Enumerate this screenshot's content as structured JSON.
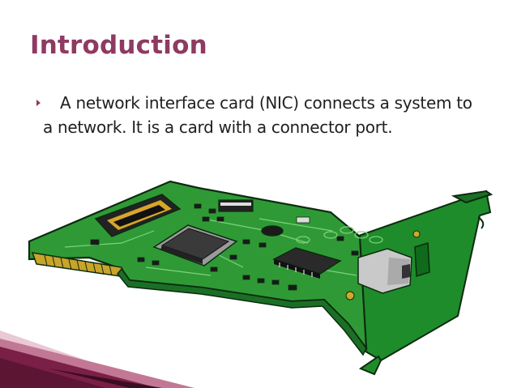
{
  "slide": {
    "title": "Introduction",
    "bullets": [
      {
        "text": "A network interface card (NIC) connects a system to a network. It is a card with a connector port."
      }
    ]
  },
  "colors": {
    "title": "#8e3a63",
    "bullet": "#8e3a63",
    "board": "#2f9a35",
    "bracket": "#1e8c2a",
    "corner_band": "#7a1f45"
  },
  "icons": [
    "bullet-arrow-icon",
    "network-card-illustration",
    "corner-decoration"
  ]
}
